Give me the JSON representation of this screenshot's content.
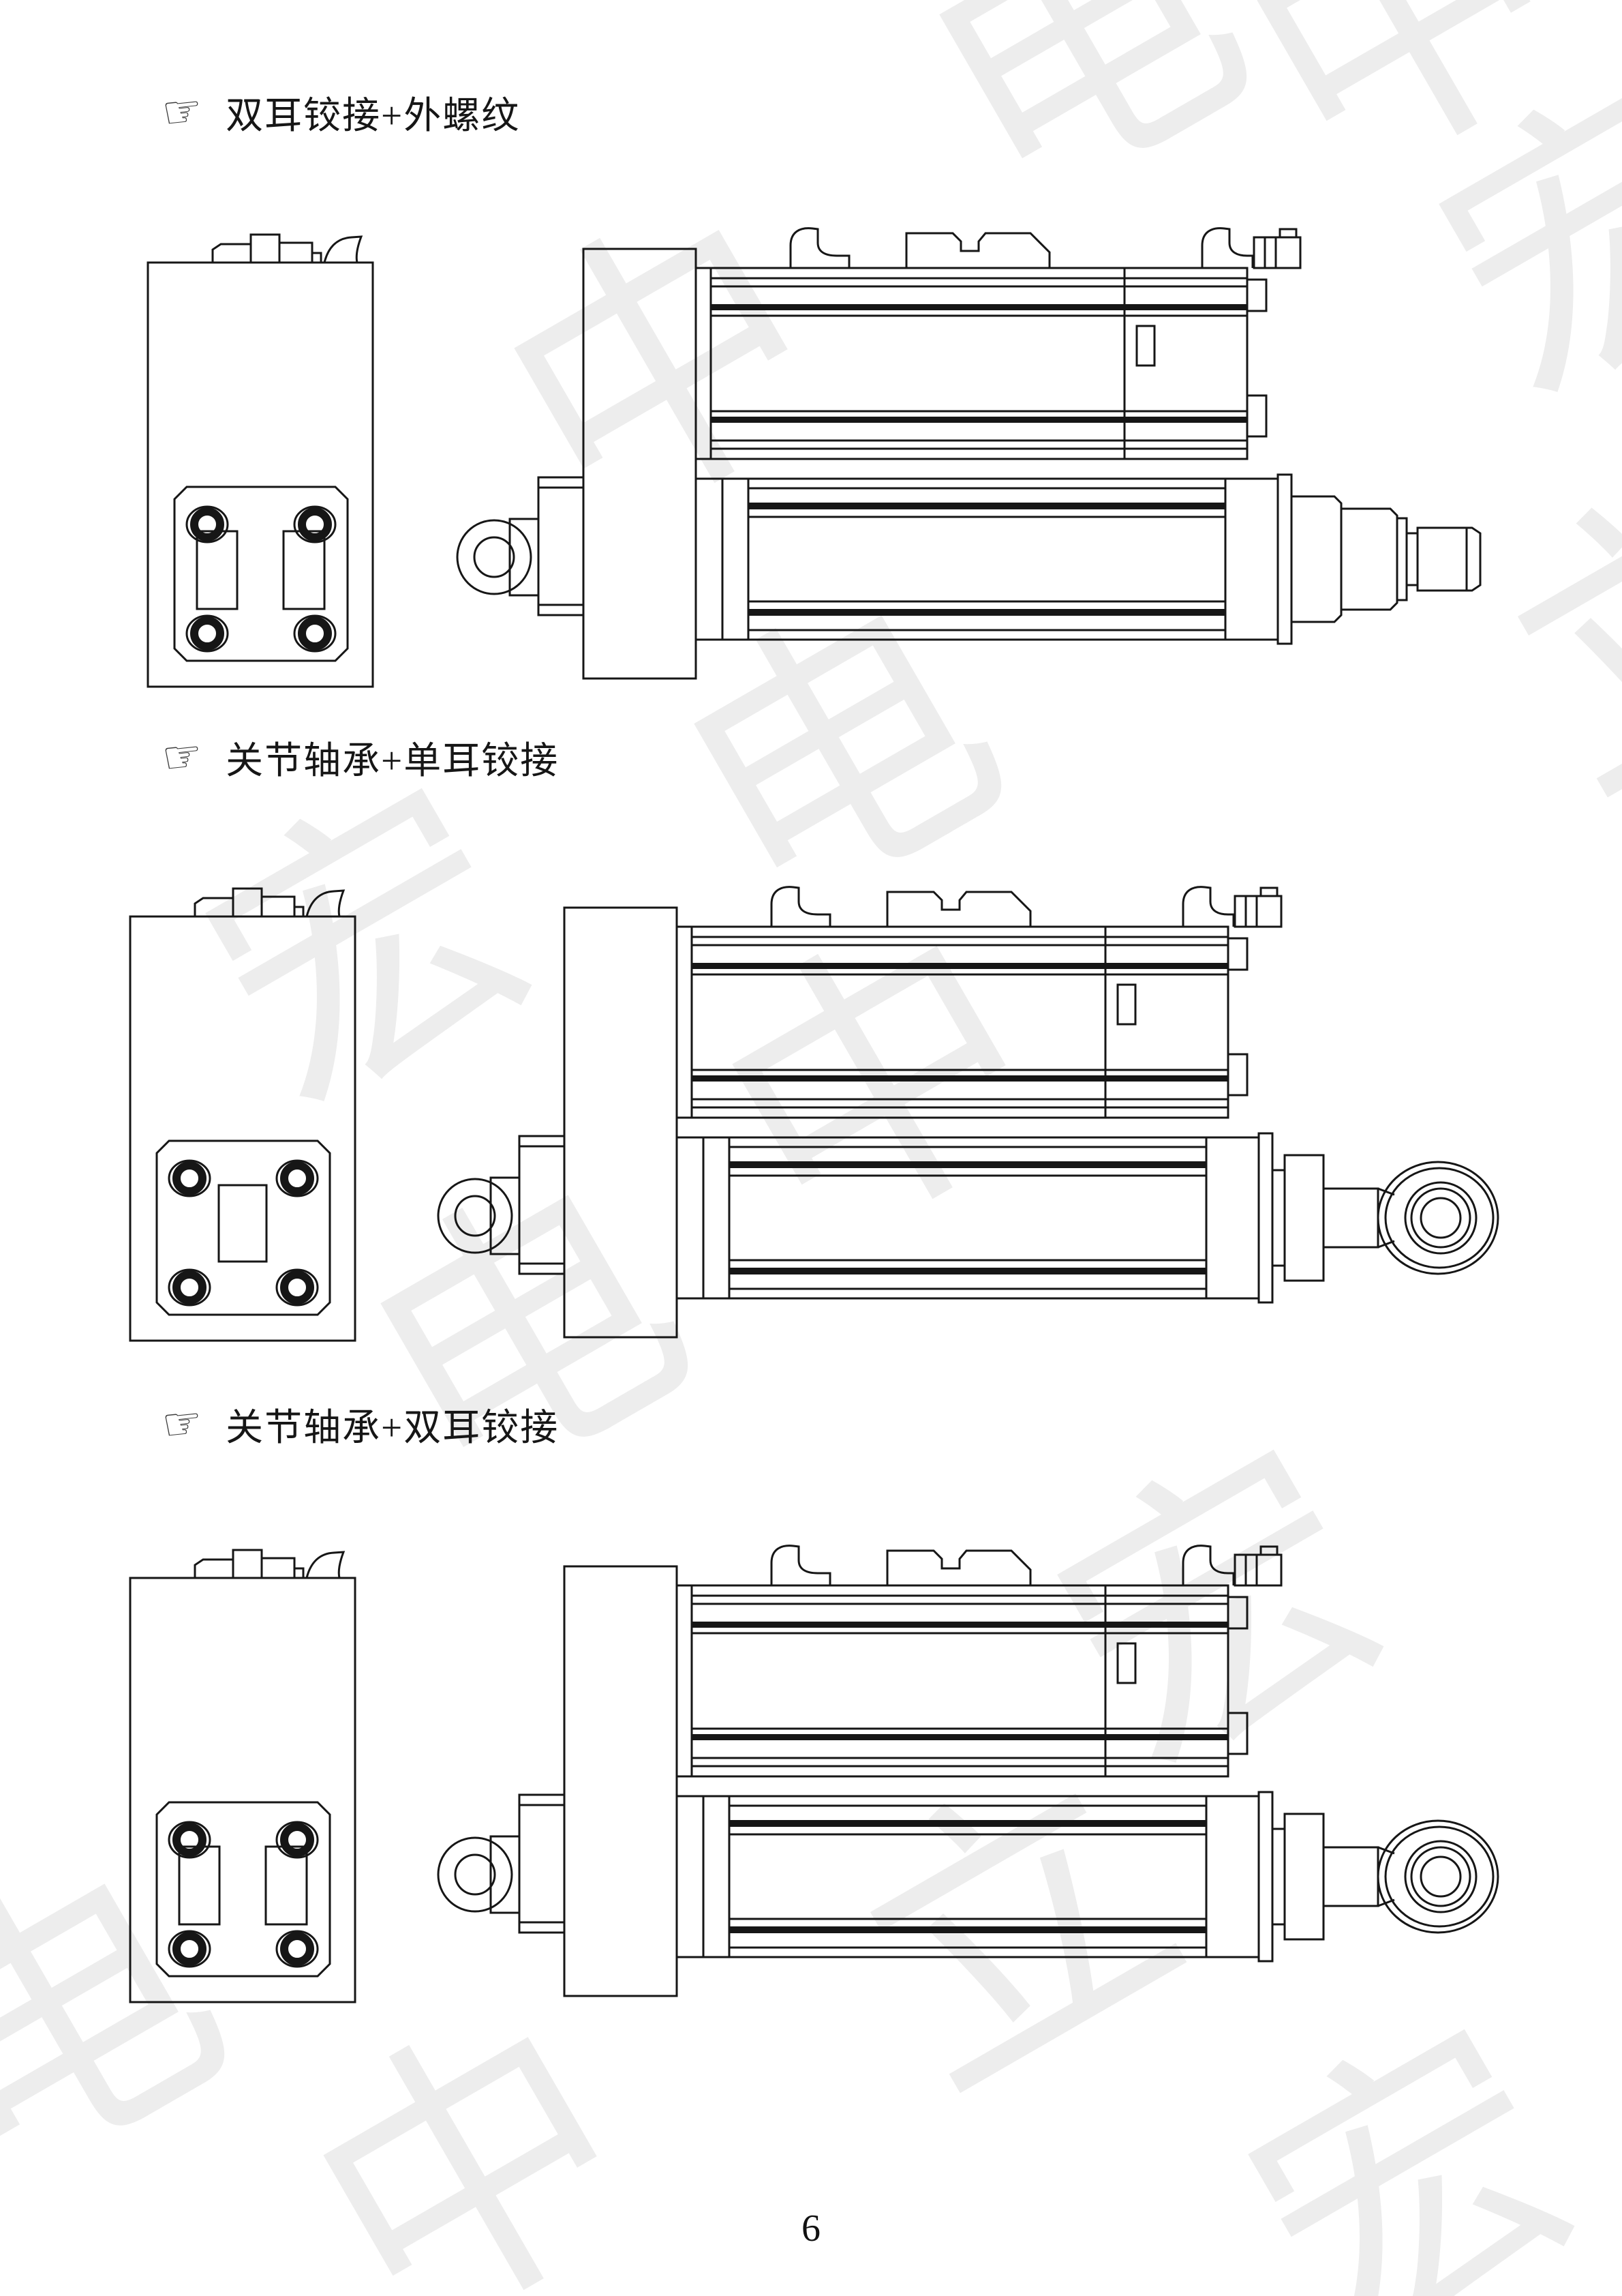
{
  "page": {
    "number": "6"
  },
  "icons": {
    "pointing_hand": "☞"
  },
  "watermark": {
    "chars": [
      "中",
      "电",
      "宏",
      "立"
    ]
  },
  "sections": [
    {
      "title": "双耳铰接+外螺纹",
      "front_view": "double-clevis-rear",
      "rod_end": "external-thread"
    },
    {
      "title": "关节轴承+单耳铰接",
      "front_view": "single-clevis-rear",
      "rod_end": "joint-bearing-eye"
    },
    {
      "title": "关节轴承+双耳铰接",
      "front_view": "double-clevis-rear",
      "rod_end": "joint-bearing-eye"
    }
  ]
}
